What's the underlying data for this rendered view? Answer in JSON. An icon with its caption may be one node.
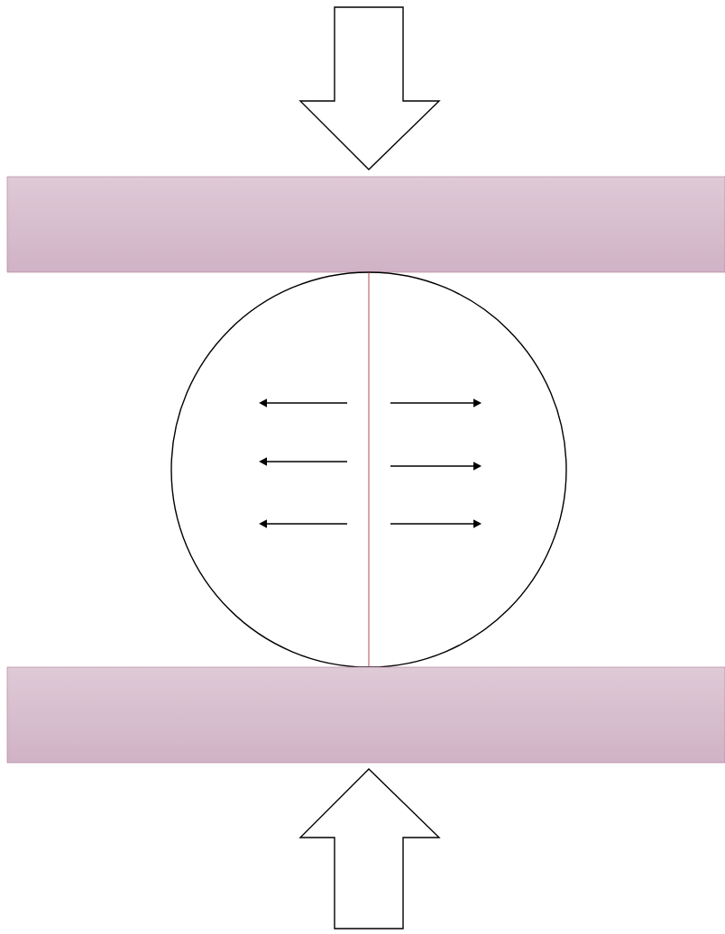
{
  "diagram": {
    "nodes": [
      {
        "text": [],
        "shape": "bar"
      },
      {
        "text": [],
        "shape": "circle"
      },
      {
        "text": [],
        "shape": "bar"
      }
    ]
  }
}
